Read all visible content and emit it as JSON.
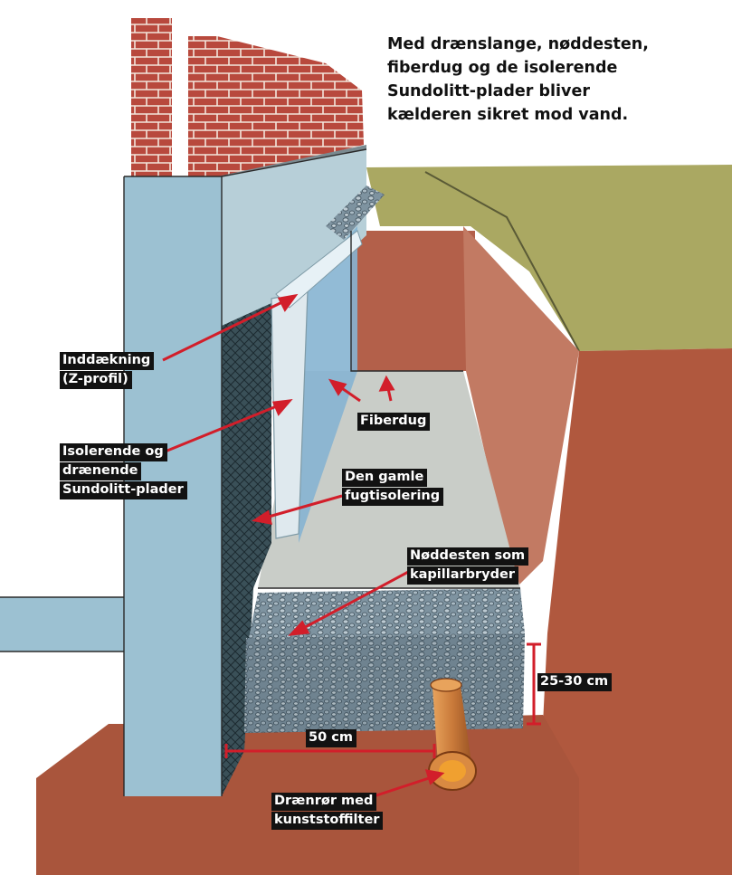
{
  "caption": {
    "lines": [
      "Med drænslange, nøddesten,",
      "fiberdug og de isolerende",
      "Sundolitt-plader bliver",
      "kælderen sikret mod vand."
    ]
  },
  "labels": {
    "inddaekning": [
      "Inddækning",
      "(Z-profil)"
    ],
    "isolerende": [
      "Isolerende og",
      "drænende",
      "Sundolitt-plader"
    ],
    "fiberdug": [
      "Fiberdug"
    ],
    "fugtisolering": [
      "Den gamle",
      "fugtisolering"
    ],
    "noddesten": [
      "Nøddesten som",
      "kapillarbryder"
    ],
    "dim_height": "25-30 cm",
    "dim_width": "50 cm",
    "draenror": [
      "Drænrør med",
      "kunststoffilter"
    ]
  },
  "colors": {
    "brick": "#b5453a",
    "concrete": "#9fc0d0",
    "soil": "#b4644a",
    "grass": "#a8a860",
    "gravel": "#8a9aa6",
    "pipe": "#c97a3a",
    "arrow": "#d21e2a"
  }
}
